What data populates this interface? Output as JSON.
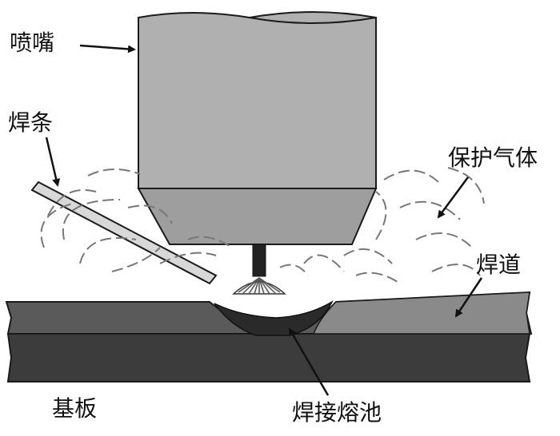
{
  "labels": {
    "nozzle": "喷嘴",
    "electrode": "焊条",
    "shielding_gas": "保护气体",
    "weld_bead": "焊道",
    "base_plate": "基板",
    "weld_pool": "焊接熔池"
  },
  "colors": {
    "nozzle_body": "#b0b0b0",
    "nozzle_tip": "#9e9e9e",
    "plate_top": "#5a5a5a",
    "plate_bottom": "#3c3c3c",
    "weld_bead": "#8a8a8a",
    "weld_pool": "#2a2a2a",
    "electrode_rod": "#d8d8d8",
    "outline": "#1a1a1a"
  }
}
